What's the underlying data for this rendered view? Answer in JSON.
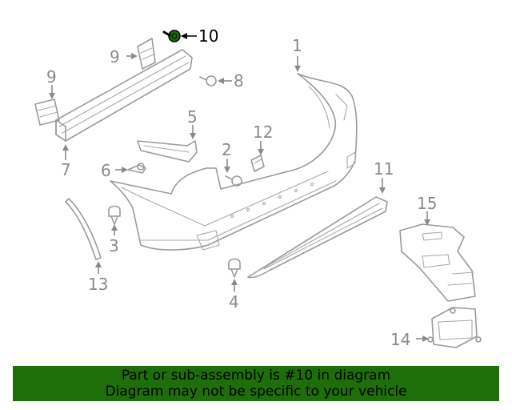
{
  "highlight_callout": "10",
  "callouts": {
    "c1": "1",
    "c2": "2",
    "c3": "3",
    "c4": "4",
    "c5": "5",
    "c6": "6",
    "c7": "7",
    "c8": "8",
    "c9a": "9",
    "c9b": "9",
    "c10": "10",
    "c11": "11",
    "c12": "12",
    "c13": "13",
    "c14": "14",
    "c15": "15"
  },
  "banner": {
    "line1": "Part or sub-assembly is #10 in diagram",
    "line2": "Diagram may not be specific to your vehicle"
  },
  "colors": {
    "banner_bg": "#1e6e0a",
    "highlight_part": "#1e6e0a",
    "line_gray": "#9a9a9a",
    "callout_gray": "#8a8a8a"
  }
}
